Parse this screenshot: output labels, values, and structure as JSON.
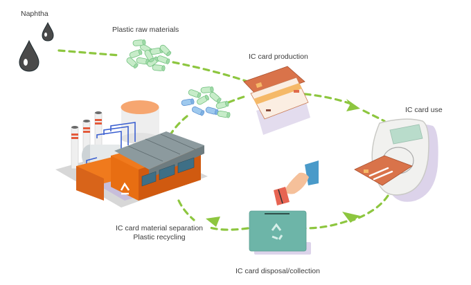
{
  "diagram": {
    "title": "IC card plastic recycling cycle",
    "colors": {
      "arrow": "#8dc63f",
      "droplet": "#4a4a4a",
      "pellet_green": "#bfe8c4",
      "pellet_blue": "#8fc0e8",
      "card_orange": "#d9734a",
      "factory_orange": "#f07a1d",
      "factory_roof": "#7a8a8e",
      "bin_teal": "#6db5a8",
      "reader_screen": "#b9dccb",
      "shadow_purple": "#dcd3ea"
    },
    "stages": [
      {
        "id": "naphtha",
        "label": "Naphtha",
        "icon": "oil-droplets-icon"
      },
      {
        "id": "plastic-raw",
        "label": "Plastic raw materials",
        "icon": "plastic-pellets-icon"
      },
      {
        "id": "production",
        "label": "IC card production",
        "icon": "ic-cards-icon"
      },
      {
        "id": "use",
        "label": "IC card use",
        "icon": "card-reader-icon"
      },
      {
        "id": "disposal",
        "label": "IC card disposal/collection",
        "icon": "recycle-bin-icon"
      },
      {
        "id": "separation",
        "label_line1": "IC card material separation",
        "label_line2": "Plastic recycling",
        "icon": "recycling-factory-icon"
      }
    ]
  }
}
